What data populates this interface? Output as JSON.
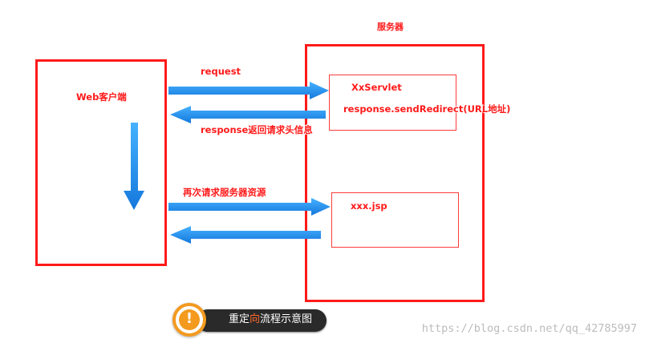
{
  "server_label": "服务器",
  "client_label": "Web客户端",
  "servlet_label": "XxServlet",
  "redirect_call": "response.sendRedirect(URL地址)",
  "jsp_label": "xxx.jsp",
  "arrows": {
    "request": "request",
    "response_header": "response返回请求头信息",
    "second_request": "再次请求服务器资源"
  },
  "badge": {
    "icon": "exclamation-icon",
    "text_before": "重定",
    "text_highlight": "向",
    "text_after": "流程示意图"
  },
  "watermark": "https://blog.csdn.net/qq_42785997",
  "colors": {
    "box_border": "#ff1a1a",
    "label_text": "#ff1a1a",
    "arrow": "#1e90ff",
    "badge_orange": "#f39a1f",
    "badge_bg": "#2a2a2a"
  }
}
